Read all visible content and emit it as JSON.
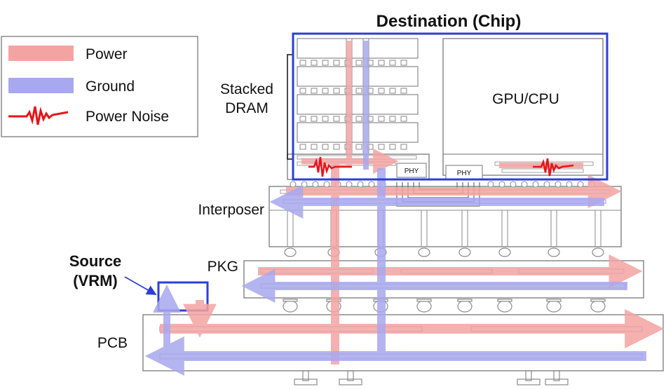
{
  "legend": {
    "items": [
      {
        "label": "Power",
        "color": "#f4a3a3"
      },
      {
        "label": "Ground",
        "color": "#a8a8ef"
      },
      {
        "label": "Power Noise",
        "color": "#e8141a"
      }
    ]
  },
  "labels": {
    "destination": "Destination (Chip)",
    "source_line1": "Source",
    "source_line2": "(VRM)",
    "stacked_line1": "Stacked",
    "stacked_line2": "DRAM",
    "gpu_cpu": "GPU/CPU",
    "phy_dram": "PHY",
    "phy_gpu": "PHY",
    "interposer": "Interposer",
    "pkg": "PKG",
    "pcb": "PCB"
  },
  "colors": {
    "outline": "#8a8a8a",
    "highlight_box": "#2b3fd6",
    "power": "#f4a3a3",
    "ground": "#a8a8ef",
    "noise": "#e8141a"
  }
}
